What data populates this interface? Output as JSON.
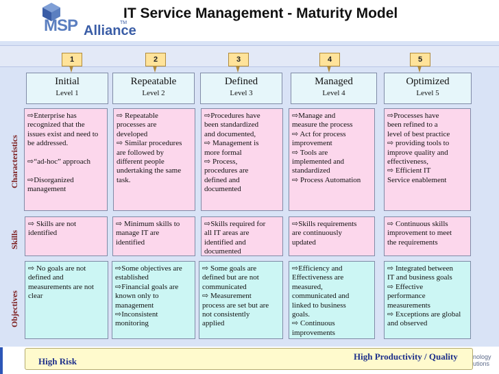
{
  "header": {
    "title": "IT Service Management - Maturity Model",
    "logo": {
      "msp": "MSP",
      "alliance": "Alliance",
      "tm": "TM"
    }
  },
  "levels": [
    {
      "num": "1",
      "name": "Initial",
      "level": "Level 1"
    },
    {
      "num": "2",
      "name": "Repeatable",
      "level": "Level 2"
    },
    {
      "num": "3",
      "name": "Defined",
      "level": "Level 3"
    },
    {
      "num": "4",
      "name": "Managed",
      "level": "Level 4"
    },
    {
      "num": "5",
      "name": "Optimized",
      "level": "Level 5"
    }
  ],
  "rows": {
    "characteristics": {
      "label": "Characteristics",
      "cells": [
        [
          "⇨Enterprise has",
          "recognized that the",
          "issues exist and need to",
          "be addressed.",
          "",
          "⇨“ad-hoc” approach",
          "",
          "⇨Disorganized",
          "management"
        ],
        [
          "⇨ Repeatable",
          "processes are",
          "developed",
          "⇨ Similar procedures",
          "are followed by",
          "different people",
          "undertaking the same",
          "task."
        ],
        [
          "⇨Procedures have",
          "been standardized",
          "and documented,",
          "⇨ Management is",
          "more formal",
          "⇨ Process,",
          "procedures are",
          "defined and",
          "documented"
        ],
        [
          "⇨Manage and",
          "measure the process",
          "⇨ Act for process",
          "improvement",
          "⇨ Tools are",
          "implemented and",
          "standardized",
          "⇨ Process Automation"
        ],
        [
          "⇨Processes have",
          "been refined to a",
          "level of best practice",
          "⇨ providing tools to",
          "improve quality and",
          "effectiveness,",
          "⇨ Efficient IT",
          "Service enablement"
        ]
      ]
    },
    "skills": {
      "label": "Skills",
      "cells": [
        [
          "⇨ Skills are not",
          "identified"
        ],
        [
          "⇨ Minimum skills to",
          "manage IT are",
          "identified"
        ],
        [
          "⇨Skills required for",
          "all IT areas are",
          "identified and",
          "documented"
        ],
        [
          "⇨Skills requirements",
          "are continuously",
          "updated"
        ],
        [
          "⇨ Continuous skills",
          "improvement to meet",
          "the requirements"
        ]
      ]
    },
    "objectives": {
      "label": "Objectives",
      "cells": [
        [
          "⇨ No goals are not",
          "defined and",
          "measurements are not",
          "clear"
        ],
        [
          "⇨Some objectives are",
          "established",
          "⇨Financial goals are",
          "known only to",
          "management",
          "⇨Inconsistent",
          "monitoring"
        ],
        [
          "⇨ Some goals are",
          "defined but are not",
          "communicated",
          "⇨ Measurement",
          "process are set but are",
          "not consistently",
          "applied"
        ],
        [
          "⇨Efficiency and",
          "Effectiveness are",
          "measured,",
          "communicated and",
          "linked to business",
          "goals.",
          "⇨ Continuous",
          "improvements"
        ],
        [
          "⇨ Integrated between",
          "IT and business goals",
          "⇨ Effective",
          "performance",
          "measurements",
          "⇨ Exceptions are global",
          "and observed"
        ]
      ]
    }
  },
  "footer": {
    "left": "High Risk",
    "right": "High Productivity / Quality",
    "edge_text": [
      "nology",
      "utions"
    ]
  },
  "colors": {
    "pink": "#fcd7ec",
    "cyan": "#ccf6f4",
    "level_box": "#e6f6fa",
    "number_box": "#ffe39a",
    "label": "#7a1a1a",
    "footer_text": "#1d2f8a"
  }
}
